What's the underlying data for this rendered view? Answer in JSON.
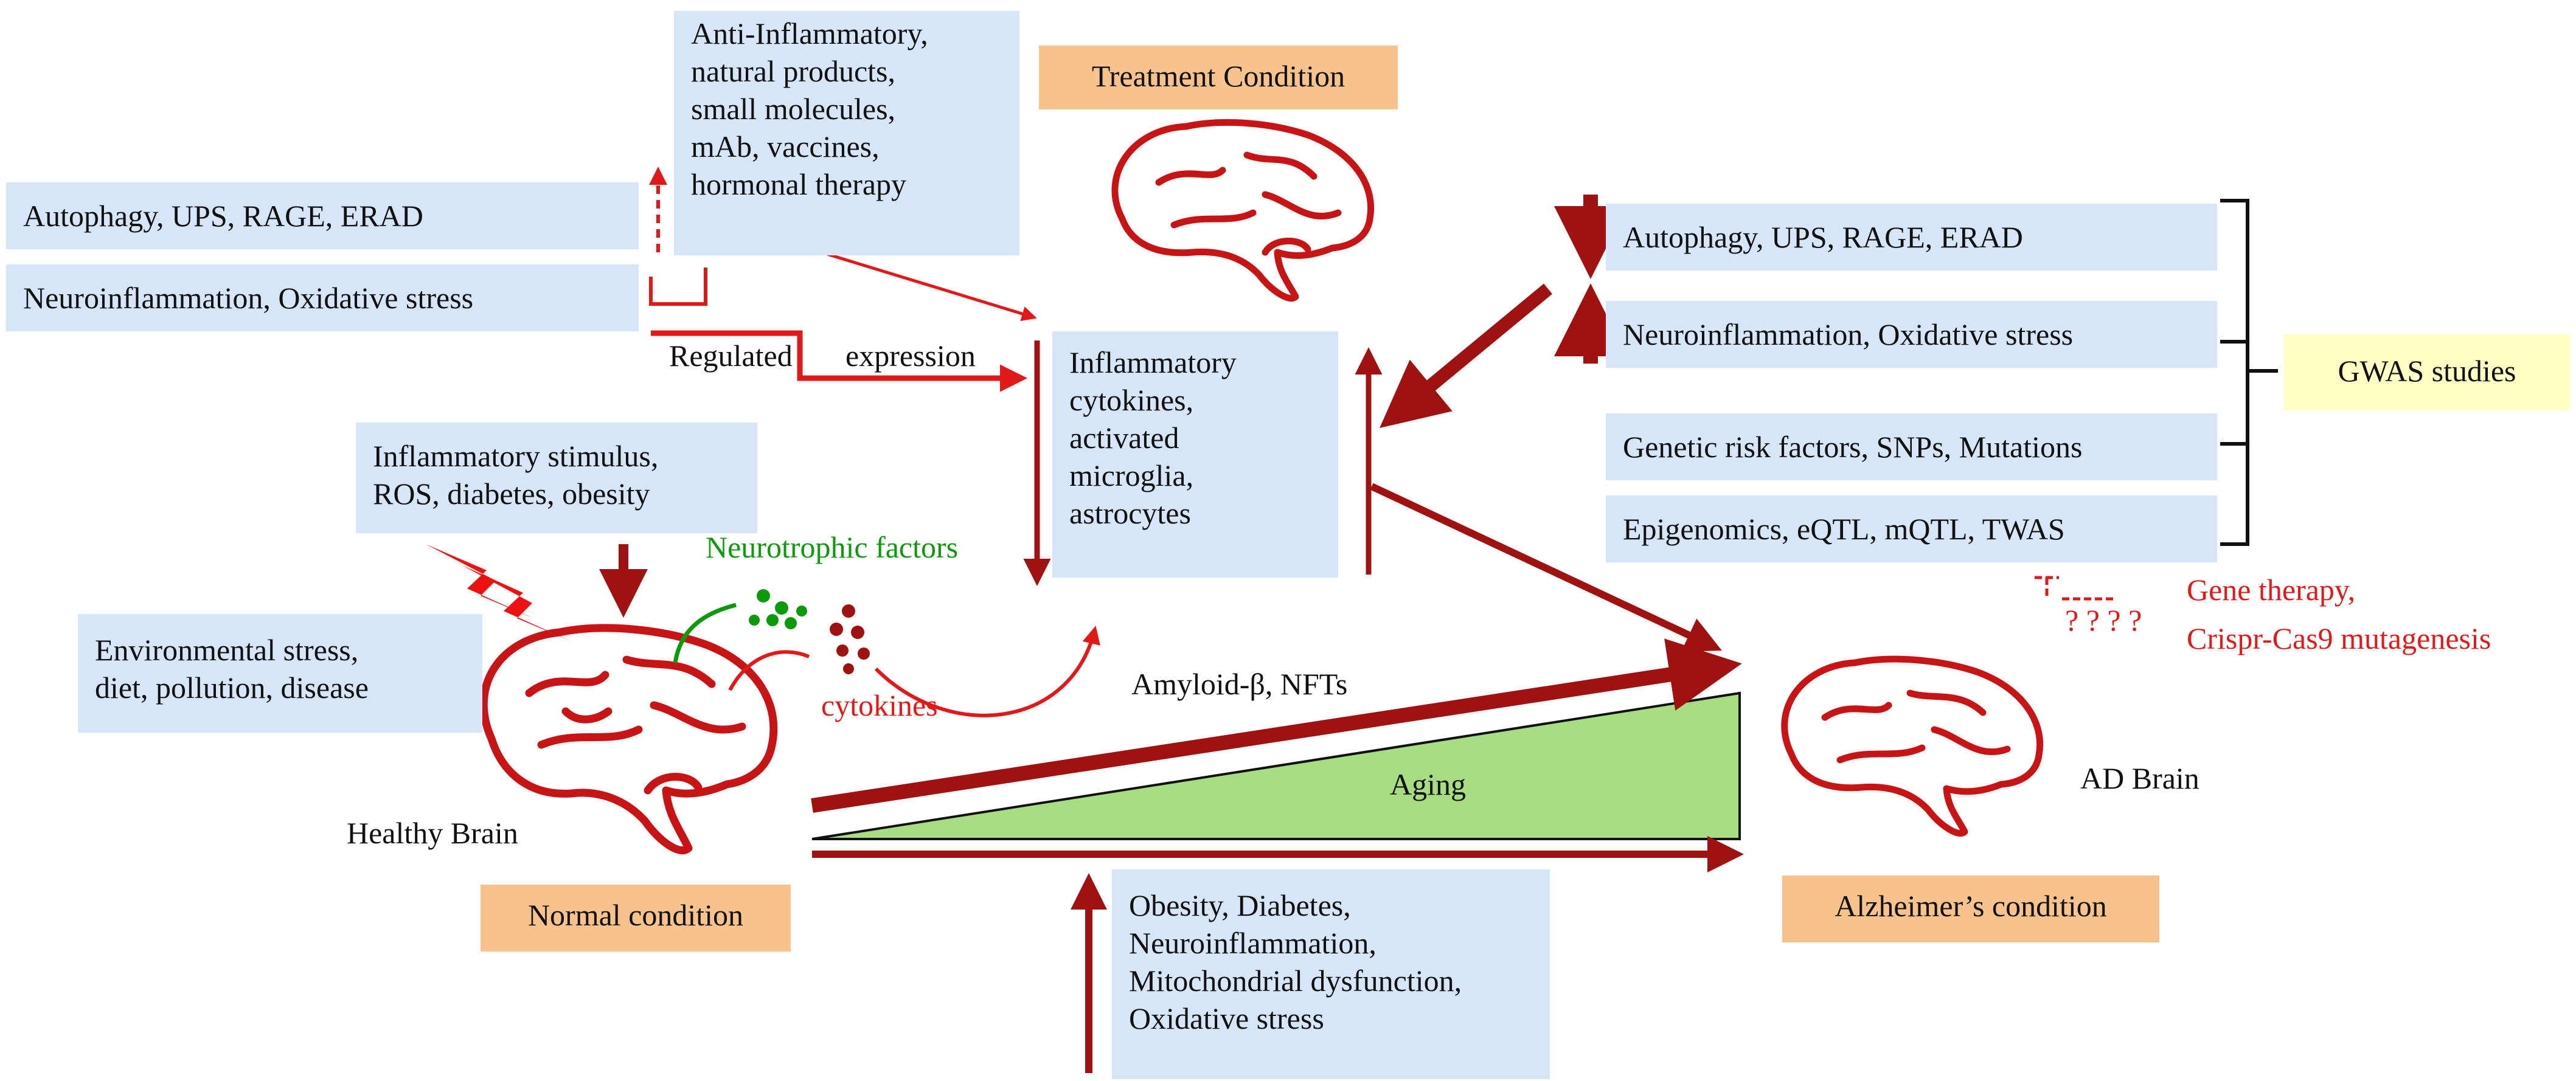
{
  "boxes": {
    "autophagy_left": "Autophagy,  UPS, RAGE,  ERAD",
    "neuro_left": "Neuroinflammation,  Oxidative  stress",
    "anti_inflammatory": [
      "Anti-Inflammatory,",
      "natural  products,",
      "small  molecules,",
      "mAb,  vaccines,",
      "hormonal  therapy"
    ],
    "inflammatory_cytokines": [
      "Inflammatory",
      "cytokines,",
      "activated",
      "microglia,",
      "astrocytes"
    ],
    "inflammatory_stimulus": [
      "Inflammatory  stimulus,",
      "ROS, diabetes,  obesity"
    ],
    "environmental_stress": [
      "Environmental  stress,",
      "diet,  pollution,  disease"
    ],
    "autophagy_right": "Autophagy,  UPS, RAGE,  ERAD",
    "neuro_right": "Neuroinflammation,  Oxidative  stress",
    "genetic_risk": "Genetic risk factors, SNPs, Mutations",
    "epigenomics": "Epigenomics,  eQTL, mQTL,  TWAS",
    "risk_factors": [
      "Obesity, Diabetes,",
      "Neuroinflammation,",
      "Mitochondrial  dysfunction,",
      "Oxidative  stress"
    ]
  },
  "tags": {
    "treatment": "Treatment  Condition",
    "normal": "Normal  condition",
    "alzheimers": "Alzheimer’s  condition",
    "gwas": "GWAS  studies"
  },
  "labels": {
    "regulated": "Regulated",
    "expression": "expression",
    "neurotrophic": "Neurotrophic  factors",
    "cytokines": "cytokines",
    "amyloid": "Amyloid-β,  NFTs",
    "aging": "Aging",
    "healthy_brain": "Healthy  Brain",
    "ad_brain": "AD Brain",
    "gene_therapy": "Gene  therapy,",
    "crispr": "Crispr-Cas9  mutagenesis",
    "question_marks": "?  ?  ?  ?"
  },
  "colors": {
    "box_fill": "#d6e6f8",
    "tag_fill": "#f7c28c",
    "gwas_fill": "#ffffc4",
    "dark_red": "#a01212",
    "bright_red": "#e31818",
    "green": "#0a9a0a",
    "aging_fill": "#a7dc82"
  },
  "icons": [
    "brain-icon",
    "lightning-icon",
    "arrow-icon",
    "inhibition-icon"
  ]
}
